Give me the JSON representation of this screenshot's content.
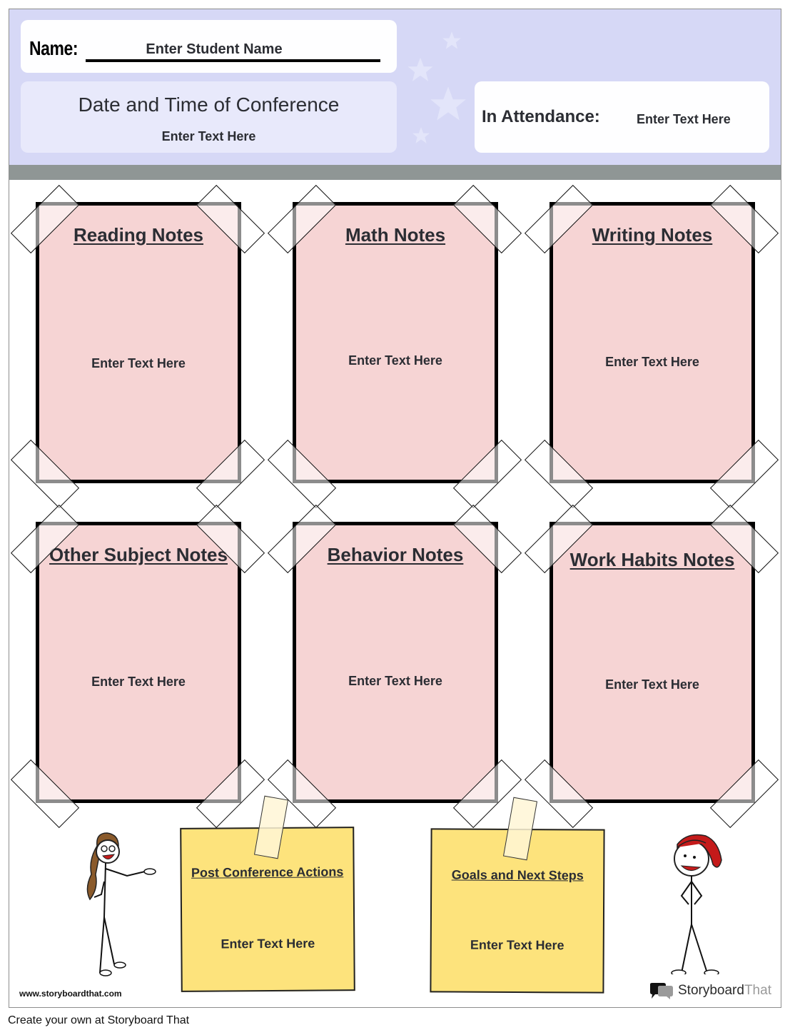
{
  "header": {
    "name_label": "Name:",
    "name_value": "Enter Student Name",
    "date_title": "Date and Time of Conference",
    "date_value": "Enter Text Here",
    "attendance_label": "In Attendance:",
    "attendance_value": "Enter Text Here"
  },
  "cards": [
    {
      "title": "Reading Notes",
      "text": "Enter Text Here"
    },
    {
      "title": "Math Notes",
      "text": "Enter Text Here"
    },
    {
      "title": "Writing Notes",
      "text": "Enter Text Here"
    },
    {
      "title": "Other Subject Notes",
      "text": "Enter Text Here"
    },
    {
      "title": "Behavior Notes",
      "text": "Enter Text Here"
    },
    {
      "title": "Work Habits Notes",
      "text": "Enter Text Here"
    }
  ],
  "sticky_notes": [
    {
      "title": "Post Conference Actions",
      "text": "Enter Text Here"
    },
    {
      "title": "Goals and Next Steps",
      "text": "Enter Text Here"
    }
  ],
  "watermark": {
    "url": "www.storyboardthat.com",
    "logo_word1": "Storyboard",
    "logo_word2": "That"
  },
  "footer": {
    "text": "Create your own at Storyboard That"
  },
  "colors": {
    "header_bg": "#d6d8f6",
    "header_bar": "#8f9695",
    "card_bg": "#f6d4d4",
    "sticky_bg": "#fde37c"
  },
  "icons": {
    "stars": "star-icon",
    "figures": [
      "teacher-figure",
      "student-figure"
    ],
    "logo": "storyboardthat-logo-icon"
  }
}
